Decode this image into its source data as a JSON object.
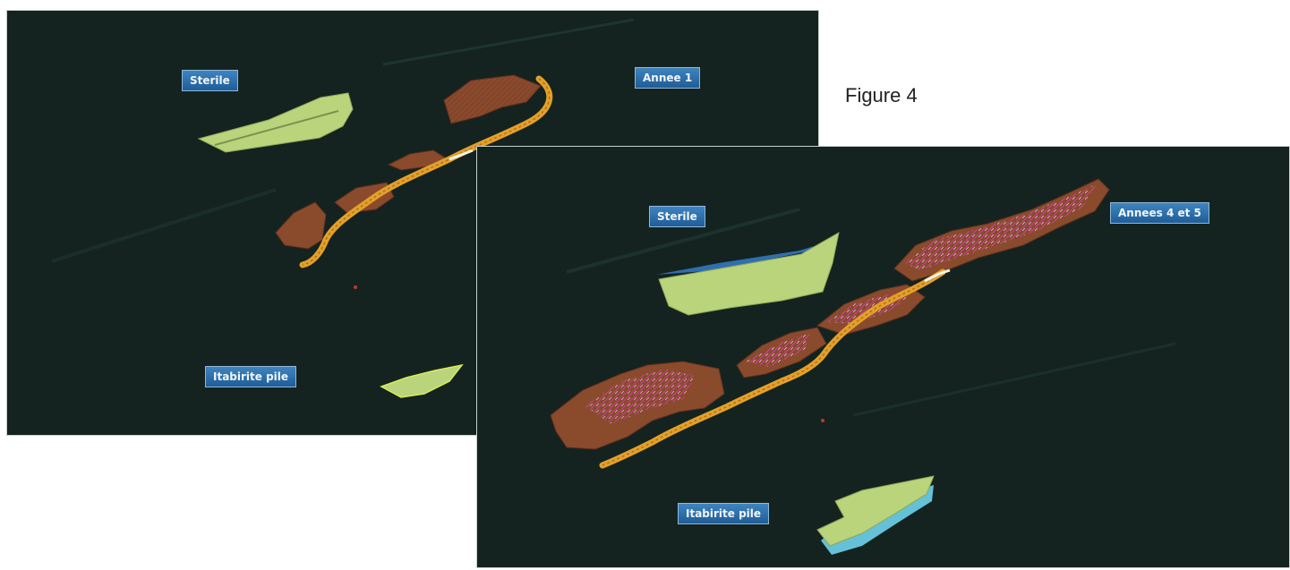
{
  "figure_caption": "Figure 4",
  "panels": [
    {
      "labels": {
        "sterile": "Sterile",
        "year": "Annee 1",
        "pile": "Itabirite pile"
      }
    },
    {
      "labels": {
        "sterile": "Sterile",
        "year": "Annees 4 et 5",
        "pile": "Itabirite pile"
      }
    }
  ],
  "colors": {
    "background": "#14231f",
    "pit": "#8a4a2c",
    "road": "#e3a02a",
    "waste_dump": "#b9d47a",
    "label": "#2b6ea9",
    "pile_water": "#65c1d8"
  }
}
